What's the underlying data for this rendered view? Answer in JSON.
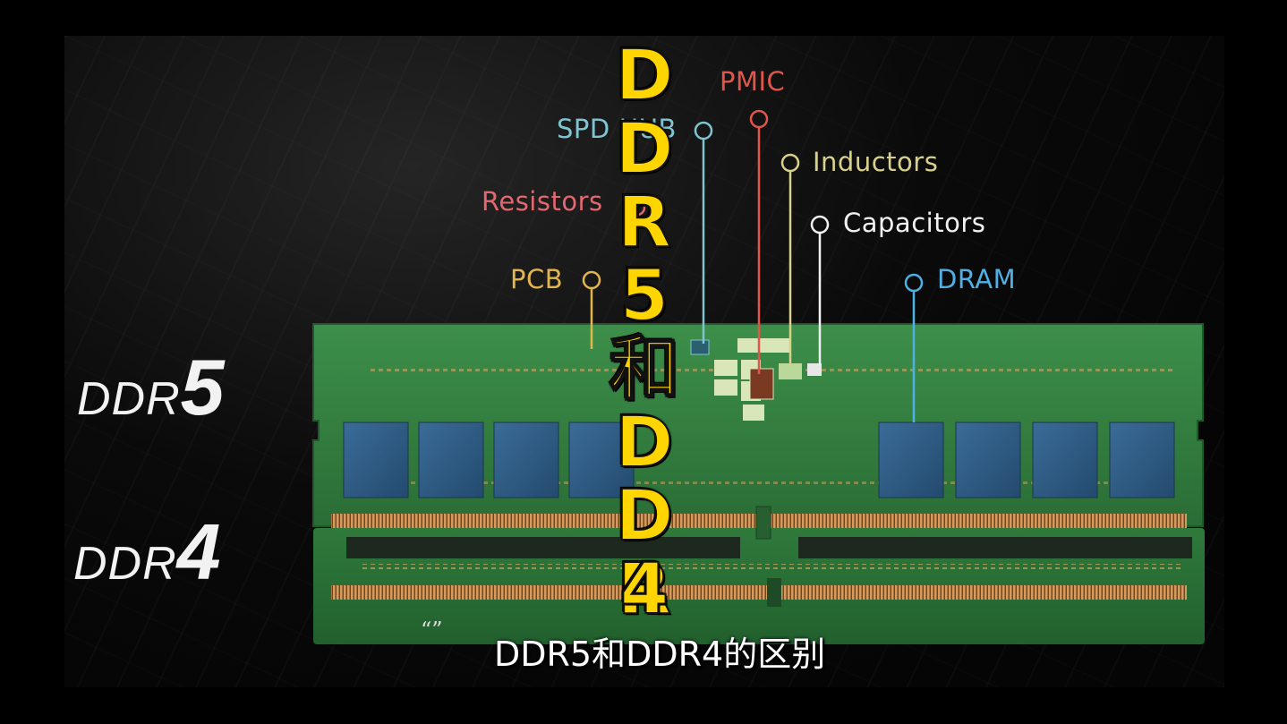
{
  "title_chars": [
    "D",
    "D",
    "R",
    "5",
    "和",
    "D",
    "D",
    "R",
    "4"
  ],
  "subtitle": "DDR5和DDR4的区别",
  "quote_mark": "“”",
  "module_labels": {
    "ddr5_prefix": "DDR",
    "ddr5_num": "5",
    "ddr4_prefix": "DDR",
    "ddr4_num": "4"
  },
  "components": {
    "pmic": "PMIC",
    "spd_hub": "SPD HUB",
    "inductors": "Inductors",
    "resistors": "Resistors",
    "capacitors": "Capacitors",
    "pcb": "PCB",
    "dram": "DRAM"
  },
  "colors": {
    "pmic": "#e0574a",
    "spd_hub": "#7fc4cf",
    "inductors": "#d9d18a",
    "resistors": "#e2686f",
    "capacitors": "#f2f2f2",
    "pcb": "#e3b64c",
    "dram": "#4fb0e6",
    "title": "#ffd500",
    "pcb_green": "#2f7d3e"
  }
}
